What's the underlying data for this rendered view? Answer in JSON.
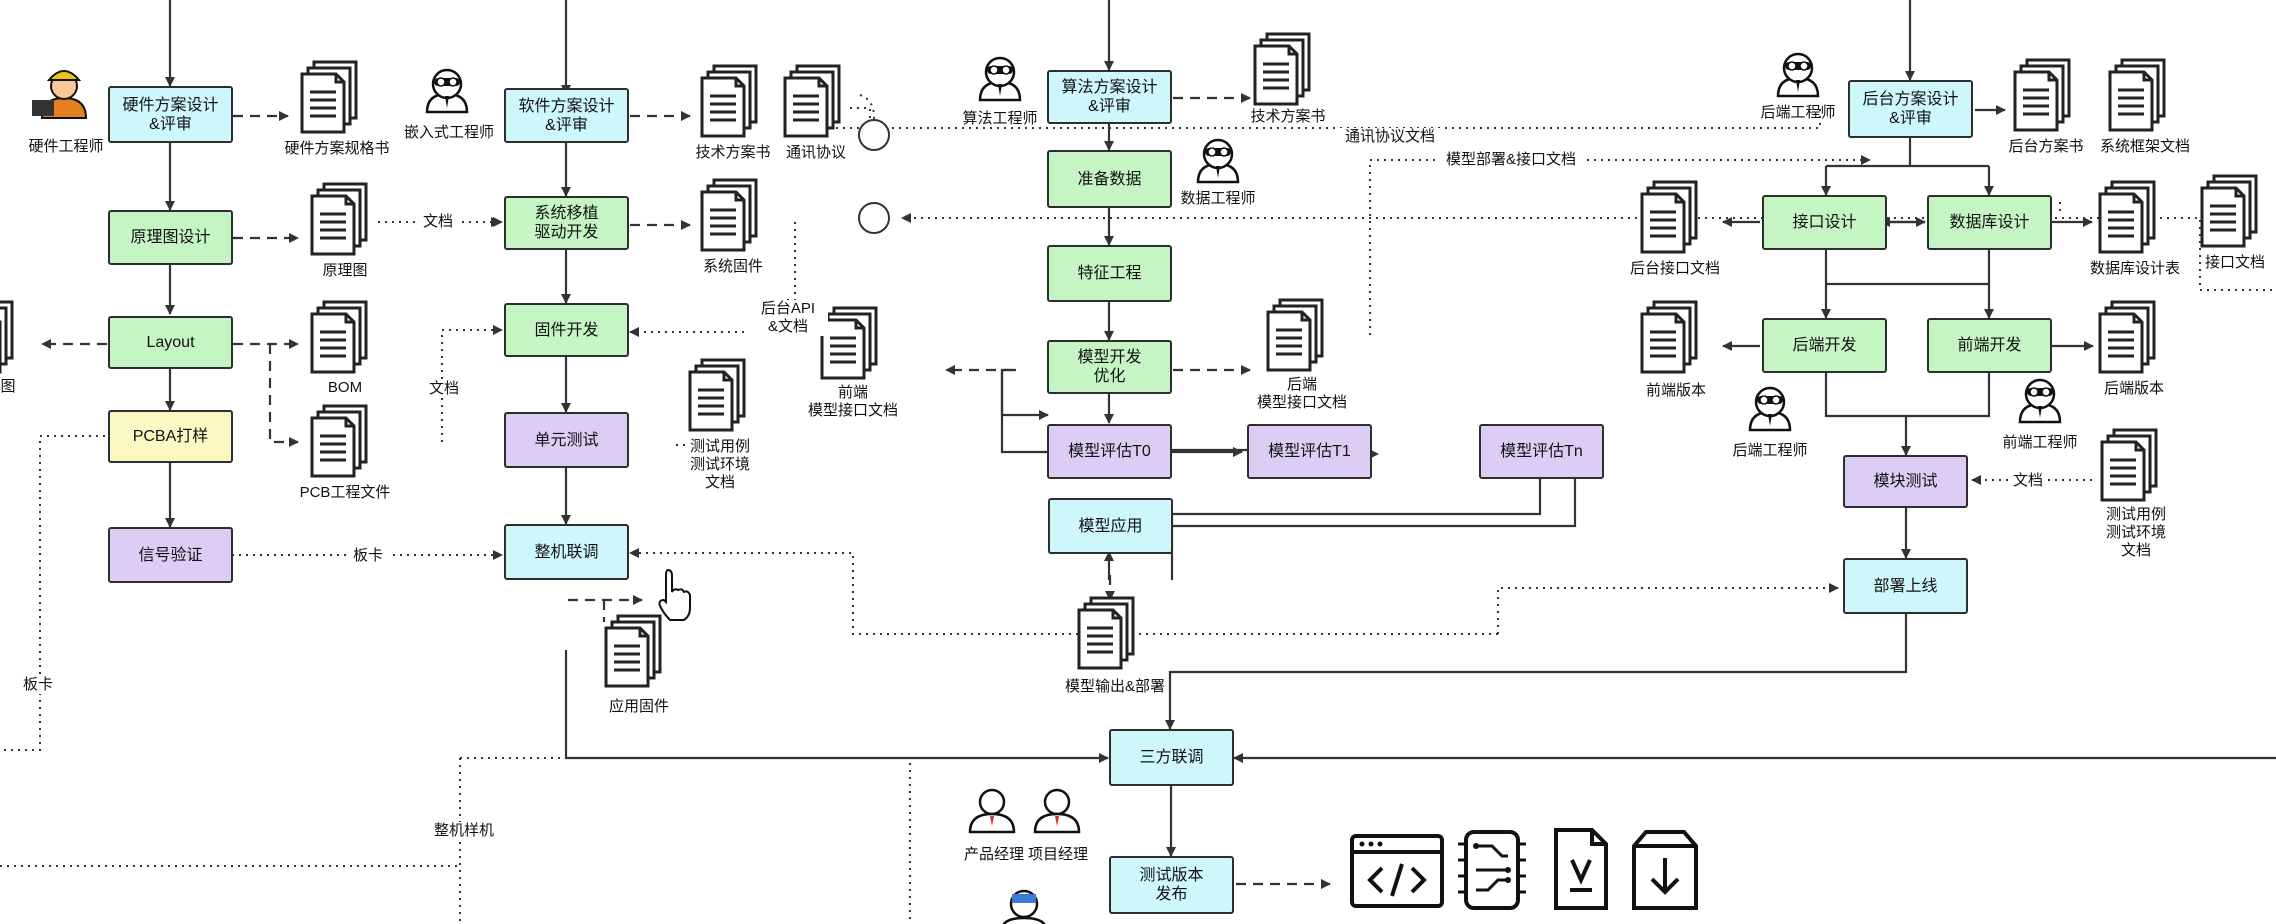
{
  "colors": {
    "cyan": "#cdf7fb",
    "green": "#c6f5c4",
    "purple": "#dccdf5",
    "yellow": "#fbf8c4",
    "line": "#333333"
  },
  "boxes": {
    "hw_design": "硬件方案设计\n&评审",
    "schematic": "原理图设计",
    "layout": "Layout",
    "pcba": "PCBA打样",
    "signal": "信号验证",
    "sw_design": "软件方案设计\n&评审",
    "porting": "系统移植\n驱动开发",
    "firmware": "固件开发",
    "unit_test": "单元测试",
    "integration": "整机联调",
    "algo_design": "算法方案设计\n&评审",
    "prep_data": "准备数据",
    "feature": "特征工程",
    "model_dev": "模型开发\n优化",
    "eval_t0": "模型评估T0",
    "eval_t1": "模型评估T1",
    "eval_tn": "模型评估Tn",
    "model_app": "模型应用",
    "backend_design": "后台方案设计\n&评审",
    "api_design": "接口设计",
    "db_design": "数据库设计",
    "backend_dev": "后端开发",
    "frontend_dev": "前端开发",
    "module_test": "模块测试",
    "deploy": "部署上线",
    "three_way": "三方联调",
    "release": "测试版本\n发布"
  },
  "docs": {
    "hw_spec": "硬件方案规格书",
    "schematic_doc": "原理图",
    "bom": "BOM",
    "pcb_file": "PCB工程文件",
    "left_cut": "图",
    "sw_tech": "技术方案书",
    "comm_protocol": "通讯协议",
    "sys_firmware": "系统固件",
    "frontend_api": "前端\n模型接口文档",
    "test_cases": "测试用例\n测试环境\n文档",
    "app_firmware": "应用固件",
    "algo_tech": "技术方案书",
    "backend_model_api": "后端\n模型接口文档",
    "model_output": "模型输出&部署",
    "backend_plan": "后台方案书",
    "sys_framework": "系统框架文档",
    "backend_api_doc": "后台接口文档",
    "db_table": "数据库设计表",
    "api_doc": "接口文档",
    "frontend_version": "前端版本",
    "backend_version": "后端版本",
    "test_cases2": "测试用例\n测试环境\n文档"
  },
  "roles": {
    "hw_engineer": "硬件工程师",
    "embedded_engineer": "嵌入式工程师",
    "algo_engineer": "算法工程师",
    "data_engineer": "数据工程师",
    "backend_engineer_top": "后端工程师",
    "backend_engineer_mid": "后端工程师",
    "frontend_engineer": "前端工程师",
    "product_manager": "产品经理",
    "project_manager": "项目经理"
  },
  "edge_labels": {
    "doc1": "文档",
    "doc2": "文档",
    "board1": "板卡",
    "board2": "板卡",
    "machine_sample": "整机样机",
    "backend_api": "后台API\n&文档",
    "comm_doc": "通讯协议文档",
    "model_deploy_api": "模型部署&接口文档",
    "doc3": "文档"
  },
  "icons": [
    "code-window-icon",
    "circuit-chip-icon",
    "signed-document-icon",
    "download-box-icon",
    "pointer-hand-icon"
  ]
}
